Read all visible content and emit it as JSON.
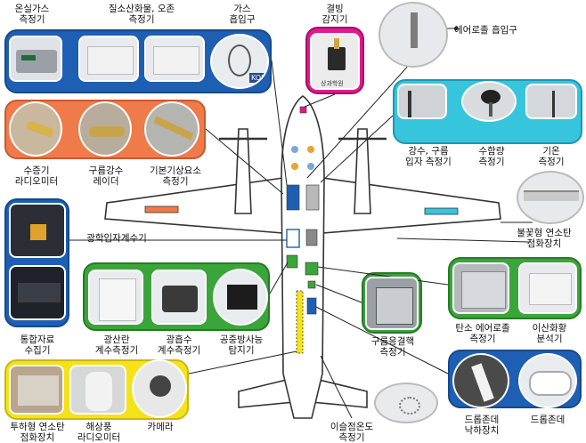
{
  "labels": {
    "greenhouse": "온실가스\n측정기",
    "nox_ozone": "질소산화물, 오존\n측정기",
    "gas_inlet": "가스\n흡입구",
    "icing": "결빙\n감지기",
    "aerosol_inlet": "에어로졸 흡입구",
    "water_vapor": "수증기\n라디오미터",
    "cloud_radar": "구름강수\n레이더",
    "met_elements": "기본기상요소\n측정기",
    "precip_particle": "강수, 구름\n입자 측정기",
    "water_content": "수함량\n측정기",
    "temperature": "기온\n측정기",
    "optical_counter": "광학입자계수기",
    "data_collector": "통합자료\n수집기",
    "flare_burn": "불꽃형 연소탄\n점화장치",
    "scatter_counter": "광산란\n계수측정기",
    "absorption_counter": "광흡수\n계수측정기",
    "airborne_sensor": "공중방사능\n탐지기",
    "ccn": "구름응결핵\n측정기",
    "carbon_aerosol": "탄소 에어로졸\n측정기",
    "so2_analyzer": "이산화황\n분석기",
    "drop_flare": "투하형 연소탄\n점화장치",
    "sea_radiometer": "해상풍\n라디오미터",
    "camera": "카메라",
    "dropsonde_launcher": "드롭존데\n낙하장치",
    "dropsonde": "드롭존데",
    "psychro_nozzle": "이슬점온도\n측정기"
  },
  "badges": {
    "gas_inlet_logo": "KOREA",
    "icing_caption": "상과학원"
  },
  "colors": {
    "blue": "#1e5fb3",
    "orange": "#ef7a4a",
    "magenta": "#e3188d",
    "cyan": "#36c5dd",
    "green": "#3aa53a",
    "yellow": "#f4e21a",
    "aircraft_outline": "#333333"
  }
}
